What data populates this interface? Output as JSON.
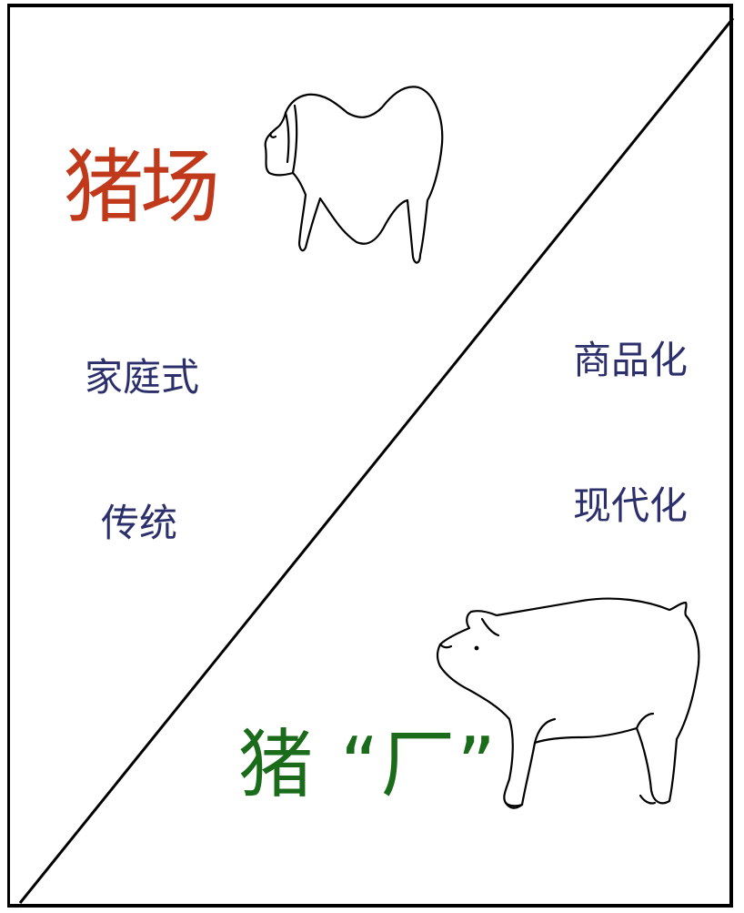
{
  "labels": {
    "top_title": "猪场",
    "bottom_title": "猪 “厂”",
    "left_line1": "家庭式",
    "left_line2": "传统",
    "right_line1": "商品化",
    "right_line2": "现代化"
  },
  "colors": {
    "top_title": "#c0391b",
    "bottom_title": "#1a6b1a",
    "small_text": "#2b2f6b",
    "lines": "#000000"
  },
  "icons": {
    "top": "thin-pig-sketch-icon",
    "bottom": "fat-pig-sketch-icon"
  }
}
